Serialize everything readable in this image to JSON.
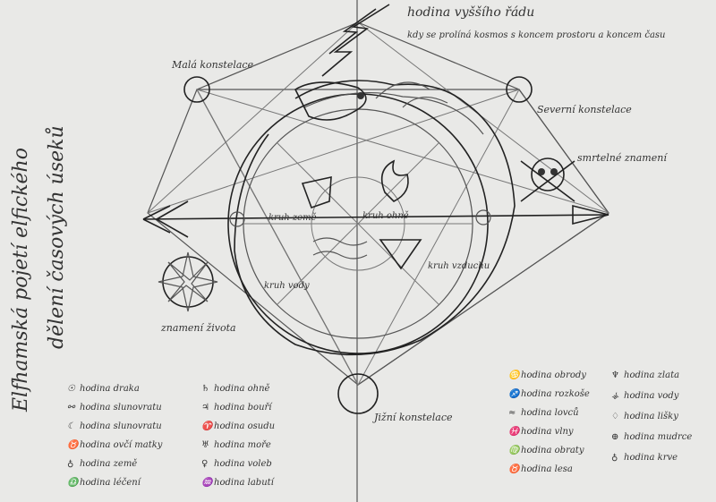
{
  "header": {
    "title": "hodina vyššího řádu",
    "subtitle": "kdy se prolíná kosmos s koncem prostoru a koncem času"
  },
  "side_text": {
    "line1": "Elfhamská pojetí elfického",
    "line2": "dělení časových úseků"
  },
  "constellations": {
    "top_left": "Malá konstelace",
    "right_top": "Severní konstelace",
    "bottom": "Jižní konstelace",
    "death_sign": "smrtelné znamení",
    "life_sign": "znamení života"
  },
  "inner_labels": {
    "earth": "kruh země",
    "fire": "kruh ohně",
    "air": "kruh vzduchu",
    "water": "kruh vody"
  },
  "legend_left": [
    {
      "symbol": "☉",
      "label": "hodina draka"
    },
    {
      "symbol": "⚯",
      "label": "hodina slunovratu"
    },
    {
      "symbol": "☾",
      "label": "hodina slunovratu"
    },
    {
      "symbol": "♉",
      "label": "hodina ovčí matky"
    },
    {
      "symbol": "♁",
      "label": "hodina země"
    },
    {
      "symbol": "♎",
      "label": "hodina léčení"
    }
  ],
  "legend_mid": [
    {
      "symbol": "♄",
      "label": "hodina ohně"
    },
    {
      "symbol": "♃",
      "label": "hodina bouří"
    },
    {
      "symbol": "♈",
      "label": "hodina osudu"
    },
    {
      "symbol": "♅",
      "label": "hodina moře"
    },
    {
      "symbol": "♀",
      "label": "hodina voleb"
    },
    {
      "symbol": "♒",
      "label": "hodina labutí"
    }
  ],
  "legend_right1": [
    {
      "symbol": "♋",
      "label": "hodina obrody"
    },
    {
      "symbol": "♐",
      "label": "hodina rozkoše"
    },
    {
      "symbol": "≈",
      "label": "hodina lovců"
    },
    {
      "symbol": "♓",
      "label": "hodina vlny"
    },
    {
      "symbol": "♍",
      "label": "hodina obraty"
    },
    {
      "symbol": "♉",
      "label": "hodina lesa"
    }
  ],
  "legend_right2": [
    {
      "symbol": "♆",
      "label": "hodina zlata"
    },
    {
      "symbol": "⚶",
      "label": "hodina vody"
    },
    {
      "symbol": "♢",
      "label": "hodina lišky"
    },
    {
      "symbol": "⊕",
      "label": "hodina mudrce"
    },
    {
      "symbol": "♁",
      "label": "hodina krve"
    }
  ]
}
